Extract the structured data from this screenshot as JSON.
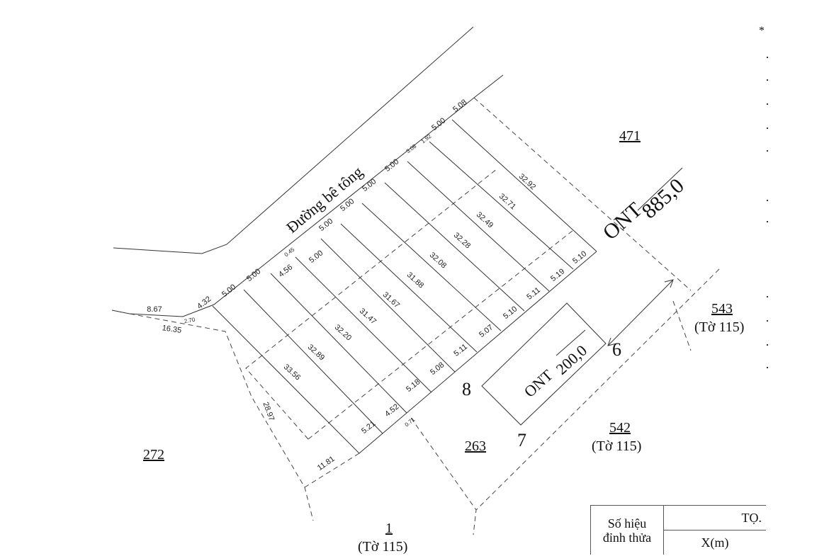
{
  "road_label": "Đường bê tông",
  "parcels": {
    "p471": "471",
    "p543": {
      "number": "543",
      "sheet": "(Tờ 115)"
    },
    "p542": {
      "number": "542",
      "sheet": "(Tờ 115)"
    },
    "p263": "263",
    "p272": "272",
    "p1": {
      "number": "1",
      "sheet": "(Tờ 115)"
    }
  },
  "land_use_main": {
    "code": "ONT",
    "area": "885,0"
  },
  "land_use_small": {
    "code": "ONT",
    "area": "200,0"
  },
  "vertices": {
    "v6": "6",
    "v7": "7",
    "v8": "8"
  },
  "front_dimensions": [
    "8.67",
    "2.70",
    "16.35",
    "4.32",
    "5.00",
    "5.00",
    "4.56",
    "0.45",
    "5.00",
    "5.00",
    "5.00",
    "5.00",
    "5.00",
    "3.08",
    "1.92",
    "5.00",
    "5.08"
  ],
  "lot_lengths": [
    "33.56",
    "32.89",
    "32.20",
    "31.47",
    "31.67",
    "31.88",
    "32.08",
    "32.28",
    "32.49",
    "32.71",
    "32.92"
  ],
  "rear_dimensions": [
    "5.21",
    "4.52",
    "0.71",
    "5.18",
    "5.08",
    "5.11",
    "5.07",
    "5.10",
    "5.11",
    "5.19",
    "5.10",
    "28.97",
    "11.81"
  ],
  "margin_marker": "*",
  "coordinate_table": {
    "col1_header": "Số hiệu đỉnh thửa",
    "col2_header": "TỌ.",
    "x_header": "X(m)"
  }
}
